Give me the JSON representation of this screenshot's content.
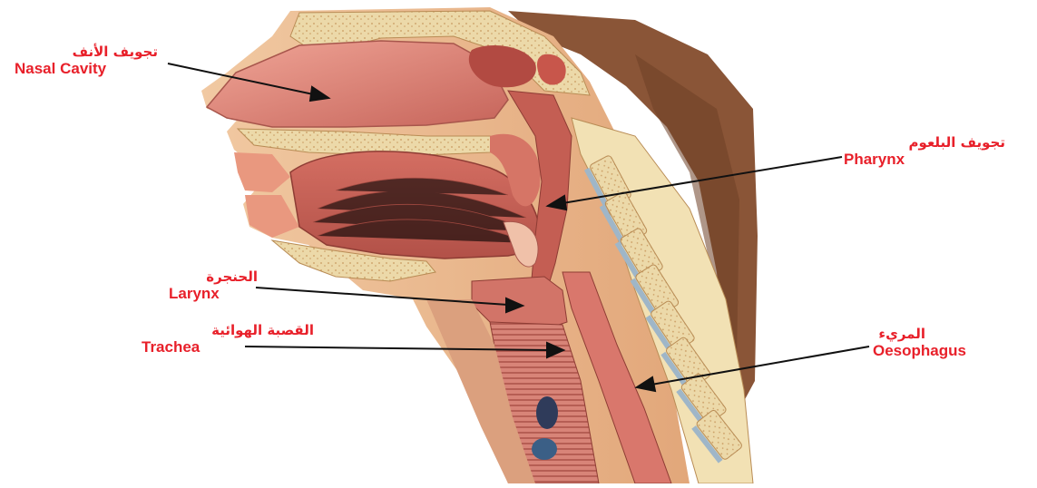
{
  "labels": {
    "nasal_cavity": {
      "ar": "تجويف الأنف",
      "en": "Nasal Cavity"
    },
    "pharynx": {
      "ar": "تجويف البلعوم",
      "en": "Pharynx"
    },
    "larynx": {
      "ar": "الحنجرة",
      "en": "Larynx"
    },
    "trachea": {
      "ar": "القصبة الهوائية",
      "en": "Trachea"
    },
    "oesophagus": {
      "ar": "المريء",
      "en": "Oesophagus"
    }
  },
  "colors": {
    "label_text": "#e8202a",
    "arrow": "#111111",
    "tissue": "#d9776c",
    "skin": "#e9b88c",
    "bone": "#ecd9a9",
    "muscle_dark": "#a1443c",
    "hair_brown": "#7a4a32"
  }
}
